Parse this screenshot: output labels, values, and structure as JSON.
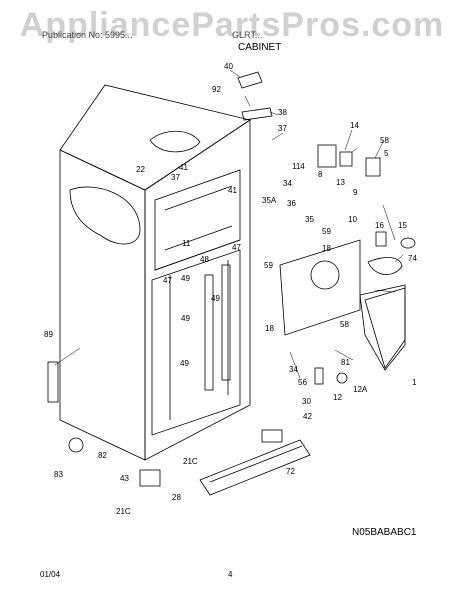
{
  "header": {
    "watermark": "AppliancePartsPros.com",
    "left_text": "Publication No: 5995...",
    "right_text": "GLRT...",
    "section_title": "CABINET"
  },
  "diagram_code": "N05BABABC1",
  "footer": {
    "date": "01/04",
    "page": "4"
  },
  "callouts": [
    "40",
    "92",
    "38",
    "37",
    "14",
    "58",
    "5",
    "22",
    "41",
    "114",
    "8",
    "13",
    "9",
    "37",
    "41",
    "34",
    "36",
    "35A",
    "35",
    "10",
    "15",
    "16",
    "59",
    "18",
    "11",
    "74",
    "47",
    "48",
    "49",
    "59",
    "47",
    "49",
    "49",
    "18",
    "58",
    "89",
    "49",
    "81",
    "34",
    "56",
    "30",
    "12A",
    "42",
    "12",
    "1",
    "82",
    "21C",
    "72",
    "83",
    "43",
    "28",
    "21C"
  ]
}
